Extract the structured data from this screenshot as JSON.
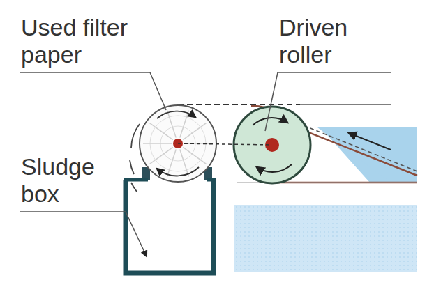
{
  "diagram": {
    "labels": [
      "Used filter paper",
      "Driven roller",
      "Sludge box"
    ]
  }
}
